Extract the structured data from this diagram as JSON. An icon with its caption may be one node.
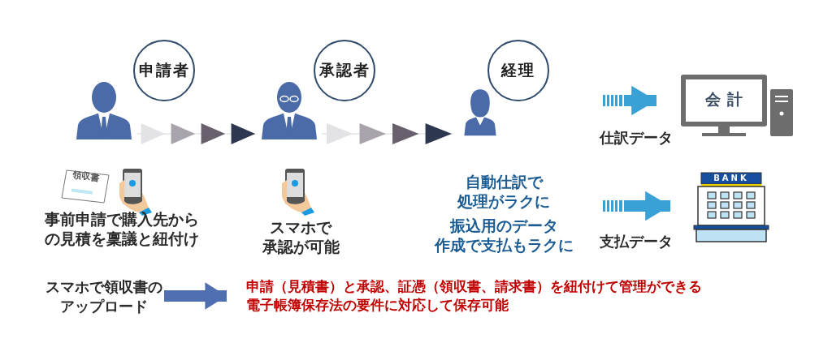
{
  "diagram": {
    "nodes": [
      {
        "text": [
          "申請者"
        ]
      },
      {
        "text": [],
        "shape": "person"
      },
      {
        "text": [
          "承認者"
        ]
      },
      {
        "text": [],
        "shape": "person"
      },
      {
        "text": [
          "経理"
        ]
      },
      {
        "text": [],
        "shape": "person"
      },
      {
        "text": [
          "会計"
        ]
      },
      {
        "text": [
          "BANK"
        ]
      },
      {
        "text": [
          "スマホで領収書のアップロード"
        ]
      },
      {
        "text": [
          "申請（見積書）と承認、証憑（領収書、請求書）を紐付けて管理ができる",
          "電子帳簿保存法の要件に対応して保存可能"
        ]
      }
    ],
    "edges": [
      {
        "from": 1,
        "to": 3,
        "arrow": "to"
      },
      {
        "from": 3,
        "to": 5,
        "arrow": "to"
      },
      {
        "from": null,
        "to": 6,
        "arrow": "to",
        "label": "仕訳データ",
        "style": "dashed",
        "color": "#3aa1d6"
      },
      {
        "from": null,
        "to": 7,
        "arrow": "to",
        "label": "支払データ",
        "style": "dashed",
        "color": "#3aa1d6"
      },
      {
        "from": 8,
        "to": 9,
        "arrow": "to",
        "color": "#4f6fb0"
      }
    ],
    "labels": [
      "領収書",
      "事前申請で購入先からの見積を稟議と紐付け",
      "スマホで承認が可能",
      "自動仕訳で処理がラクに",
      "振込用のデータ作成で支払もラクに"
    ]
  }
}
